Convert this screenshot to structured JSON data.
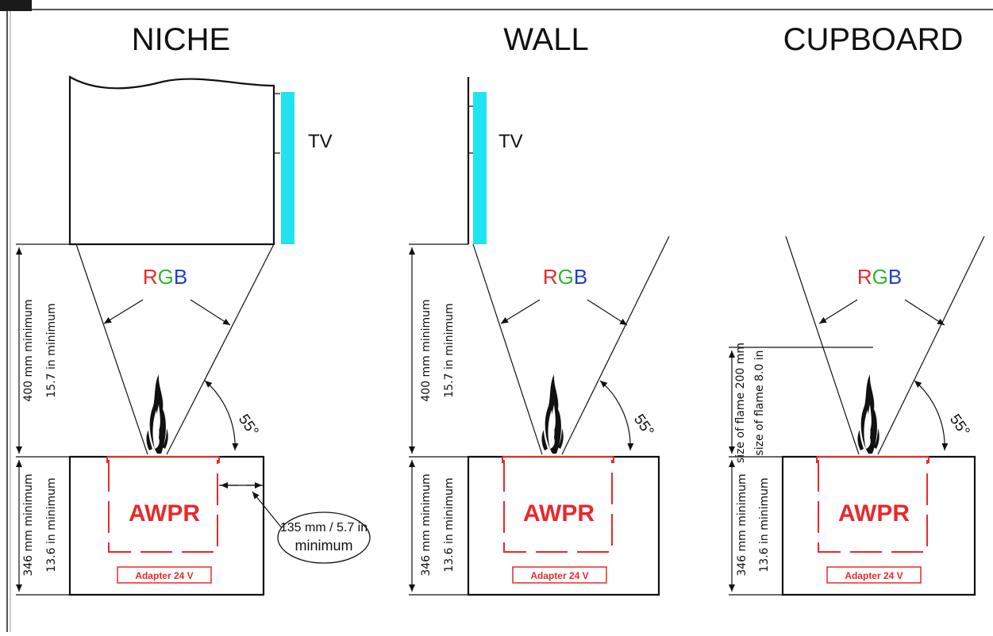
{
  "titles": {
    "niche": "NICHE",
    "wall": "WALL",
    "cupboard": "CUPBOARD"
  },
  "labels": {
    "tv": "TV",
    "rgb_r": "R",
    "rgb_g": "G",
    "rgb_b": "B",
    "angle": "55°",
    "awpr": "AWPR",
    "adapter": "Adapter 24 V",
    "height_mm": "400 mm minimum",
    "height_in": "15.7 in   minimum",
    "base_mm": "346 mm  minimum",
    "base_in": "13.6 in   minimum",
    "flame_mm": "size of flame 200 mm",
    "flame_in": "size of flame 8.0 in",
    "clearance_value": "135 mm / 5.7 in",
    "clearance_min": "minimum"
  },
  "colors": {
    "tv": "#21e3f0",
    "red": "#e8292b",
    "green": "#2fb82f",
    "blue": "#2440c8"
  }
}
